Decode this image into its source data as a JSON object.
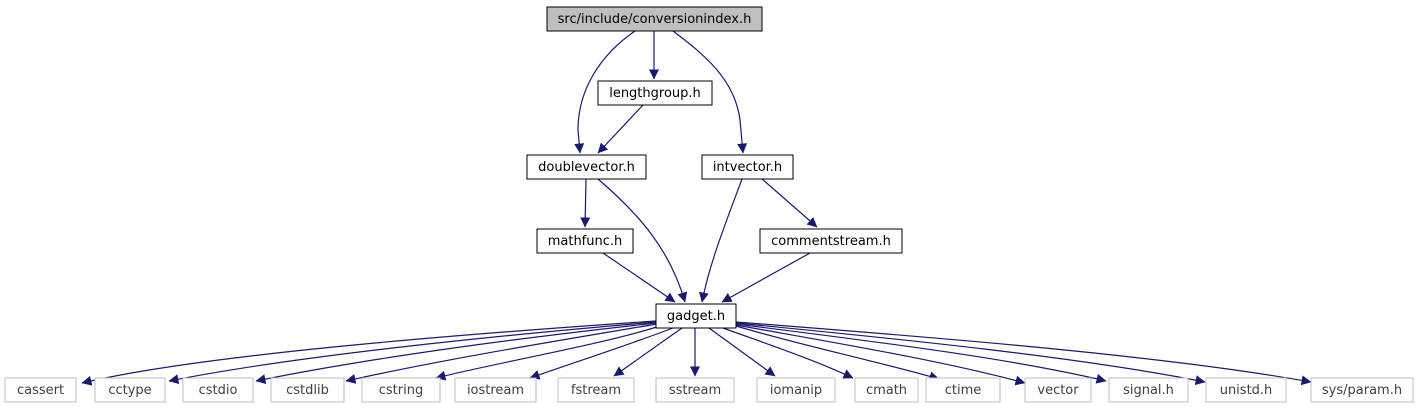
{
  "colors": {
    "edge": "#191970",
    "root_fill": "#bfbfbf",
    "node_border": "#000000",
    "system_border": "#bfbfbf",
    "node_fill": "#ffffff"
  },
  "nodes": {
    "root": "src/include/conversionindex.h",
    "lengthgroup": "lengthgroup.h",
    "doublevector": "doublevector.h",
    "intvector": "intvector.h",
    "mathfunc": "mathfunc.h",
    "commentstream": "commentstream.h",
    "gadget": "gadget.h"
  },
  "system_headers": [
    "cassert",
    "cctype",
    "cstdio",
    "cstdlib",
    "cstring",
    "iostream",
    "fstream",
    "sstream",
    "iomanip",
    "cmath",
    "ctime",
    "vector",
    "signal.h",
    "unistd.h",
    "sys/param.h"
  ],
  "edges": [
    [
      "root",
      "lengthgroup"
    ],
    [
      "root",
      "doublevector"
    ],
    [
      "root",
      "intvector"
    ],
    [
      "lengthgroup",
      "doublevector"
    ],
    [
      "doublevector",
      "mathfunc"
    ],
    [
      "doublevector",
      "gadget"
    ],
    [
      "intvector",
      "gadget"
    ],
    [
      "intvector",
      "commentstream"
    ],
    [
      "mathfunc",
      "gadget"
    ],
    [
      "commentstream",
      "gadget"
    ],
    [
      "gadget",
      "cassert"
    ],
    [
      "gadget",
      "cctype"
    ],
    [
      "gadget",
      "cstdio"
    ],
    [
      "gadget",
      "cstdlib"
    ],
    [
      "gadget",
      "cstring"
    ],
    [
      "gadget",
      "iostream"
    ],
    [
      "gadget",
      "fstream"
    ],
    [
      "gadget",
      "sstream"
    ],
    [
      "gadget",
      "iomanip"
    ],
    [
      "gadget",
      "cmath"
    ],
    [
      "gadget",
      "ctime"
    ],
    [
      "gadget",
      "vector"
    ],
    [
      "gadget",
      "signal.h"
    ],
    [
      "gadget",
      "unistd.h"
    ],
    [
      "gadget",
      "sys/param.h"
    ]
  ]
}
